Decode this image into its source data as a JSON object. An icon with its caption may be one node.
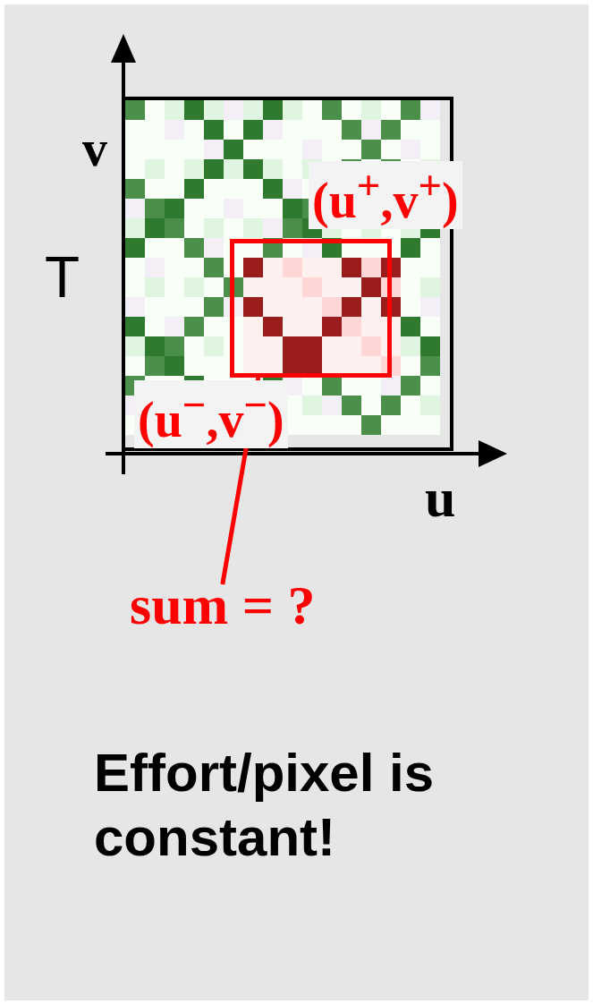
{
  "diagram": {
    "nodes": [
      {
        "text": [
          "sum = ?"
        ]
      },
      {
        "text": [],
        "shape": "box"
      }
    ],
    "edges": [
      {
        "from": 0,
        "to": 1,
        "arrow": "to",
        "color": "#ff0000"
      }
    ],
    "labels": [
      "v",
      "T",
      "(u$^{+}$,v$^{+}$)",
      "(u$^{−}$,v$^{−}$)",
      "u",
      "Effort/pixel is constant!"
    ]
  }
}
